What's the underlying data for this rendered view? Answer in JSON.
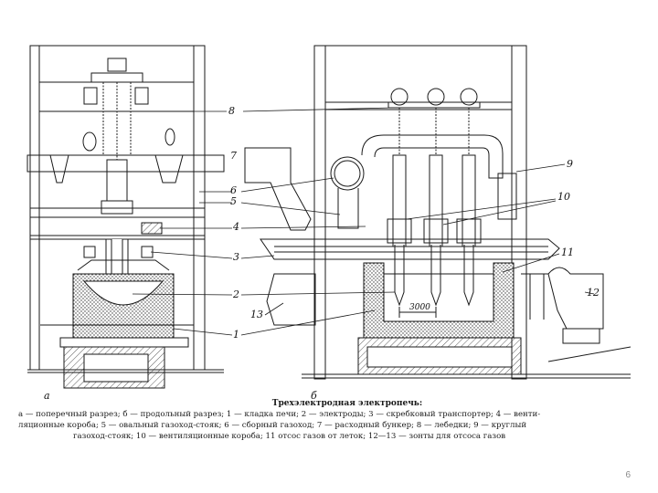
{
  "figure": {
    "view_a_label": "а",
    "view_b_label": "б",
    "dimension": "3000",
    "callouts": [
      "8",
      "7",
      "6",
      "5",
      "4",
      "3",
      "2",
      "1",
      "13",
      "9",
      "10",
      "11",
      "12"
    ]
  },
  "caption": {
    "title": "Трехэлектродная электропечь:",
    "line1": "а — поперечный разрез; б — продольный разрез; 1 — кладка печи; 2 — электроды; 3 — скребковый транспортер; 4 — венти-",
    "line2": "ляционные короба; 5 — овальный газоход-стояк; 6 — сборный газоход; 7 — расходный бункер; 8 — лебедки; 9 — круглый",
    "line3": "газоход-стояк; 10 — вентиляционные короба; 11 отсос газов от леток; 12—13 — зонты для отсоса газов"
  },
  "page_number": "6",
  "colors": {
    "ink": "#1a1a1a",
    "hatch": "#3a3a3a",
    "page_number": "#8a8a8a"
  }
}
